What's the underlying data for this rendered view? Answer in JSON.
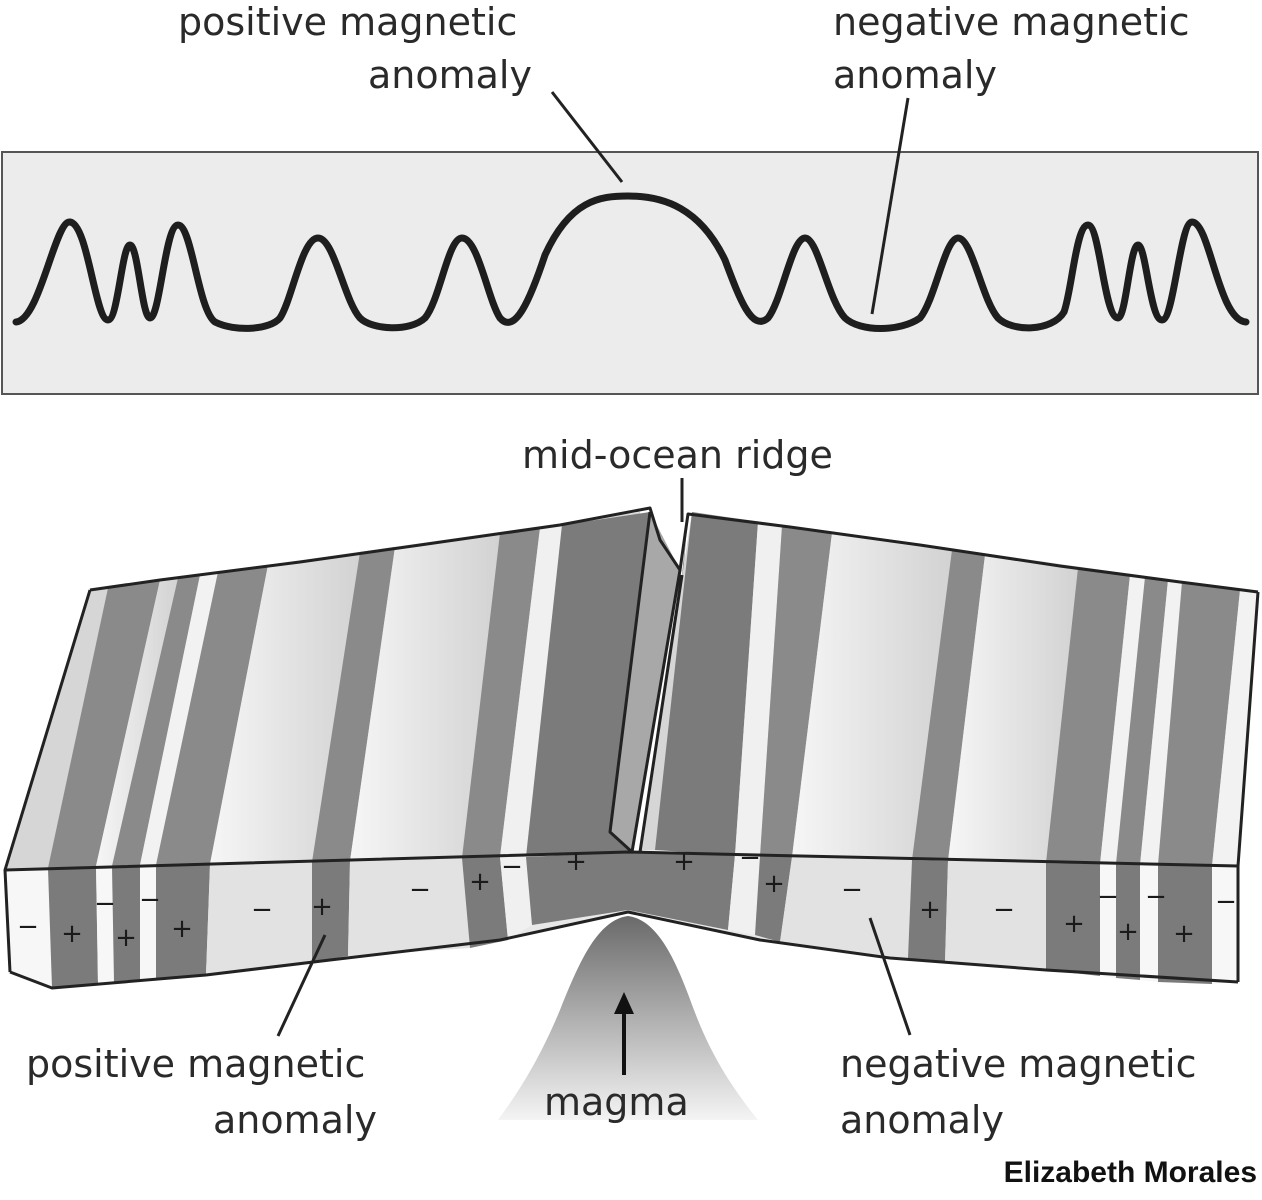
{
  "labels": {
    "top_positive_line1": "positive magnetic",
    "top_positive_line2": "anomaly",
    "top_negative_line1": "negative magnetic",
    "top_negative_line2": "anomaly",
    "ridge": "mid-ocean ridge",
    "bottom_positive_line1": "positive magnetic",
    "bottom_positive_line2": "anomaly",
    "bottom_negative_line1": "negative magnetic",
    "bottom_negative_line2": "anomaly",
    "magma": "magma",
    "credit": "Elizabeth Morales"
  },
  "signs": {
    "positive": "+",
    "negative": "−"
  },
  "colors": {
    "positive_stripe": "#7b7b7b",
    "negative_stripe": "#e6e6e6",
    "profile_panel": "#ececec",
    "outline": "#222222"
  }
}
